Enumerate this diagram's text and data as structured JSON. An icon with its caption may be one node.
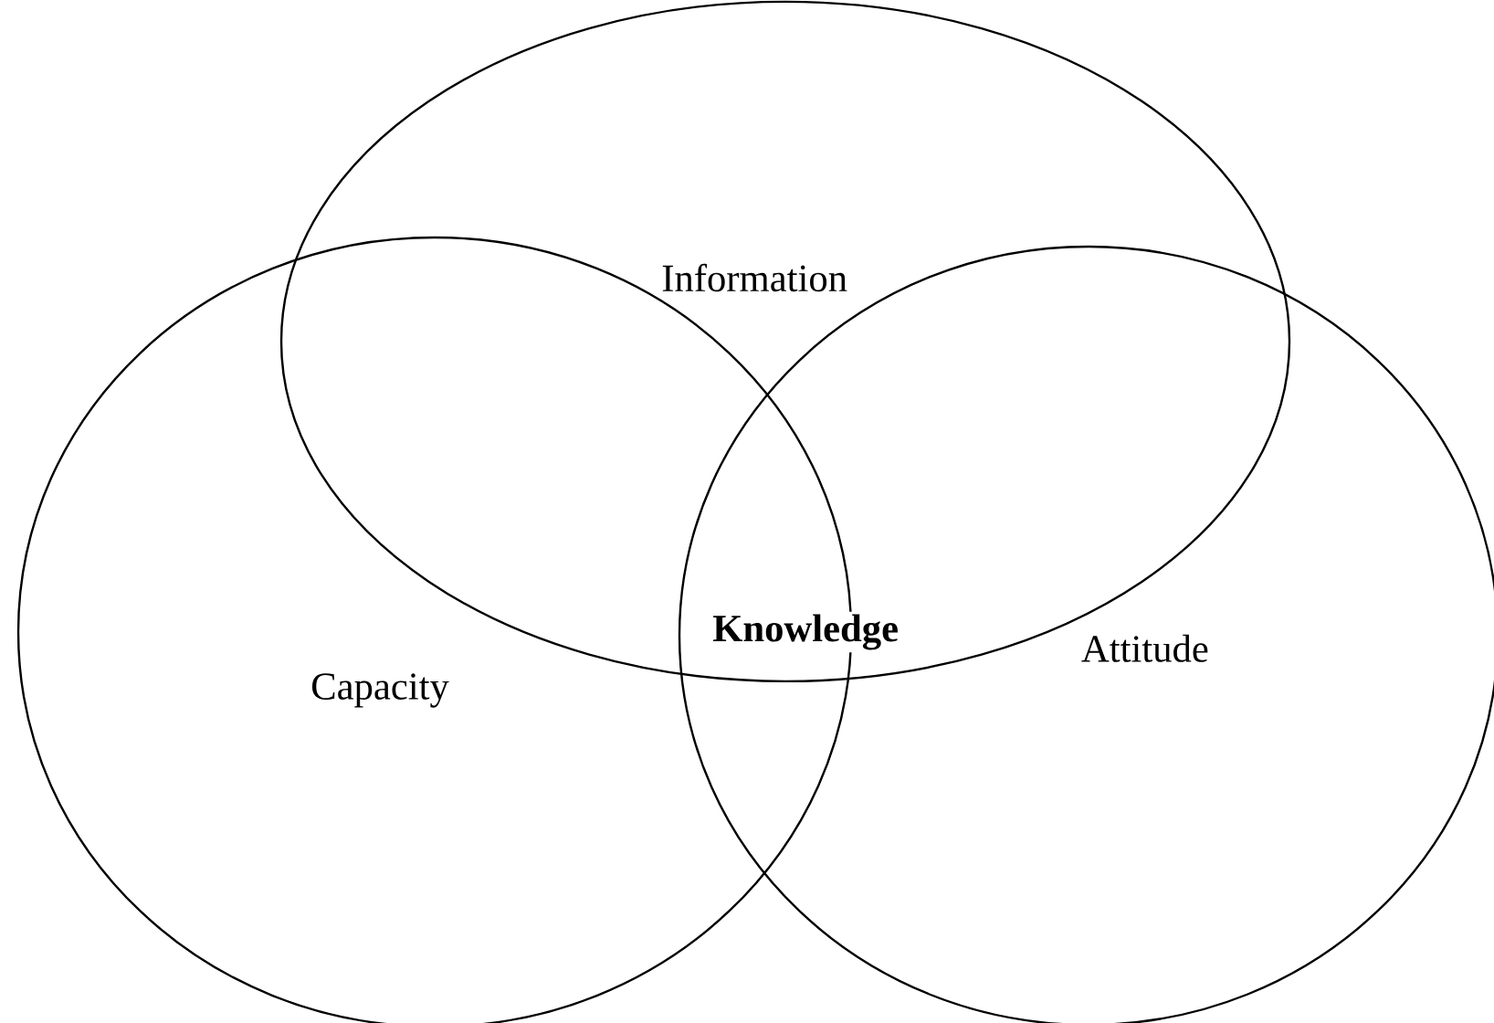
{
  "diagram": {
    "nodes": [
      {
        "text": [
          "Information"
        ]
      },
      {
        "text": [
          "Capacity"
        ]
      },
      {
        "text": [
          "Attitude"
        ]
      }
    ],
    "labels": [
      "Knowledge"
    ]
  }
}
